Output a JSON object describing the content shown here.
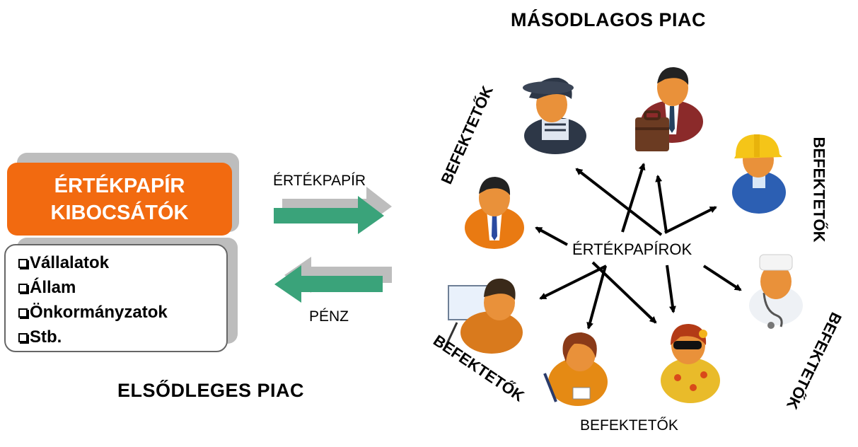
{
  "primary_market": {
    "label": "ELSŐDLEGES PIAC",
    "issuers": {
      "line1": "ÉRTÉKPAPÍR",
      "line2": "KIBOCSÁTÓK"
    },
    "issuer_types": [
      "Vállalatok",
      "Állam",
      "Önkormányzatok",
      "Stb."
    ]
  },
  "flows": {
    "securities_label": "ÉRTÉKPAPÍR",
    "money_label": "PÉNZ"
  },
  "secondary_market": {
    "label": "MÁSODLAGOS PIAC",
    "center_label": "ÉRTÉKPAPÍROK",
    "investor_labels": [
      "BEFEKTETŐK",
      "BEFEKTETŐK",
      "BEFEKTETŐK",
      "BEFEKTETŐK",
      "BEFEKTETŐK"
    ],
    "investor_icons": [
      "woman-hat-icon",
      "businessman-briefcase-icon",
      "construction-worker-icon",
      "businessman-icon",
      "doctor-icon",
      "teacher-icon",
      "student-icon",
      "tourist-sunglasses-icon"
    ]
  },
  "colors": {
    "issuer_orange": "#f26a10",
    "arrow_green": "#3aa37a",
    "arrow_shadow": "#bdbdbd"
  }
}
